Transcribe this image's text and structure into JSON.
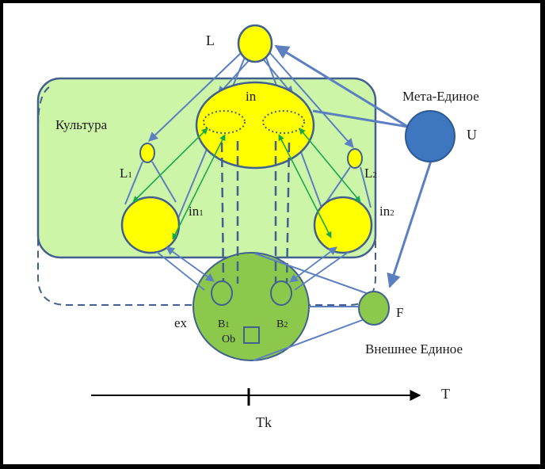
{
  "labels": {
    "L": "L",
    "in": "in",
    "culture": "Культура",
    "meta": "Мета-Единое",
    "U": "U",
    "L1_main": "L",
    "L1_sub": "1",
    "L2_main": "L",
    "L2_sub": "2",
    "in1_main": "in",
    "in1_sub": "1",
    "in2_main": "in",
    "in2_sub": "2",
    "ex": "ex",
    "B1_main": "B",
    "B1_sub": "1",
    "B2_main": "B",
    "B2_sub": "2",
    "Ob": "Ob",
    "F": "F",
    "external": "Внешнее Единое",
    "T": "T",
    "Tk": "Tk"
  },
  "colors": {
    "yellow": "#ffff00",
    "culture_fill": "#ccf5a8",
    "green_circle": "#8cc84b",
    "blue_circle": "#3e77c0",
    "arrow_blue": "#5b7fc0",
    "arrow_green": "#18a84a",
    "outline": "#41608f"
  }
}
